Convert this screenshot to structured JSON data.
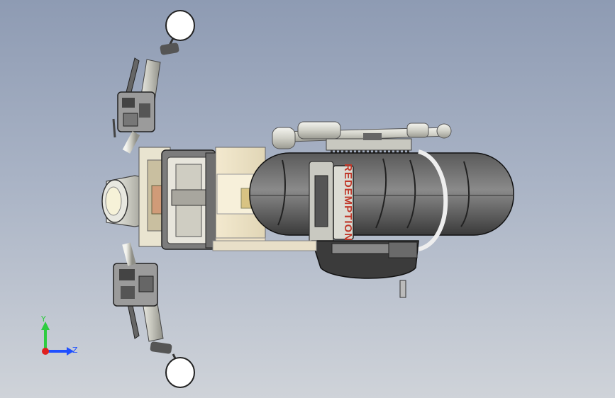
{
  "viewport": {
    "background_top": "#8e9bb3",
    "background_bottom": "#cfd3d9"
  },
  "model": {
    "plate_text": "REDEMPTION",
    "plate_text_color": "#c0392b"
  },
  "triad": {
    "y_label": "Y",
    "z_label": "Z",
    "y_color": "#2ecc40",
    "z_color": "#1f4fff",
    "x_color": "#e02020"
  }
}
